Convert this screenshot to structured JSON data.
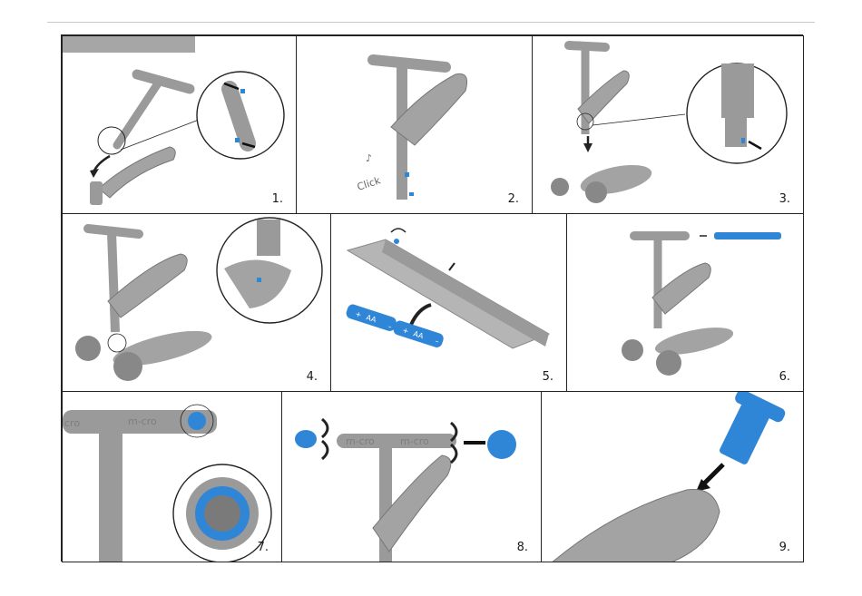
{
  "colors": {
    "accent": "#2f86d6",
    "part_gray": "#9a9a9a",
    "line": "#222222"
  },
  "panels": [
    {
      "number": "1."
    },
    {
      "number": "2.",
      "sound_text": "Click"
    },
    {
      "number": "3."
    },
    {
      "number": "4."
    },
    {
      "number": "5.",
      "battery_labels": [
        "+",
        "AA",
        "–",
        "+",
        "AA",
        "–"
      ]
    },
    {
      "number": "6."
    },
    {
      "number": "7.",
      "grip_brand": "m-cro",
      "grip_brand_left": "cro"
    },
    {
      "number": "8.",
      "grip_brand": "m-cro"
    },
    {
      "number": "9."
    }
  ]
}
